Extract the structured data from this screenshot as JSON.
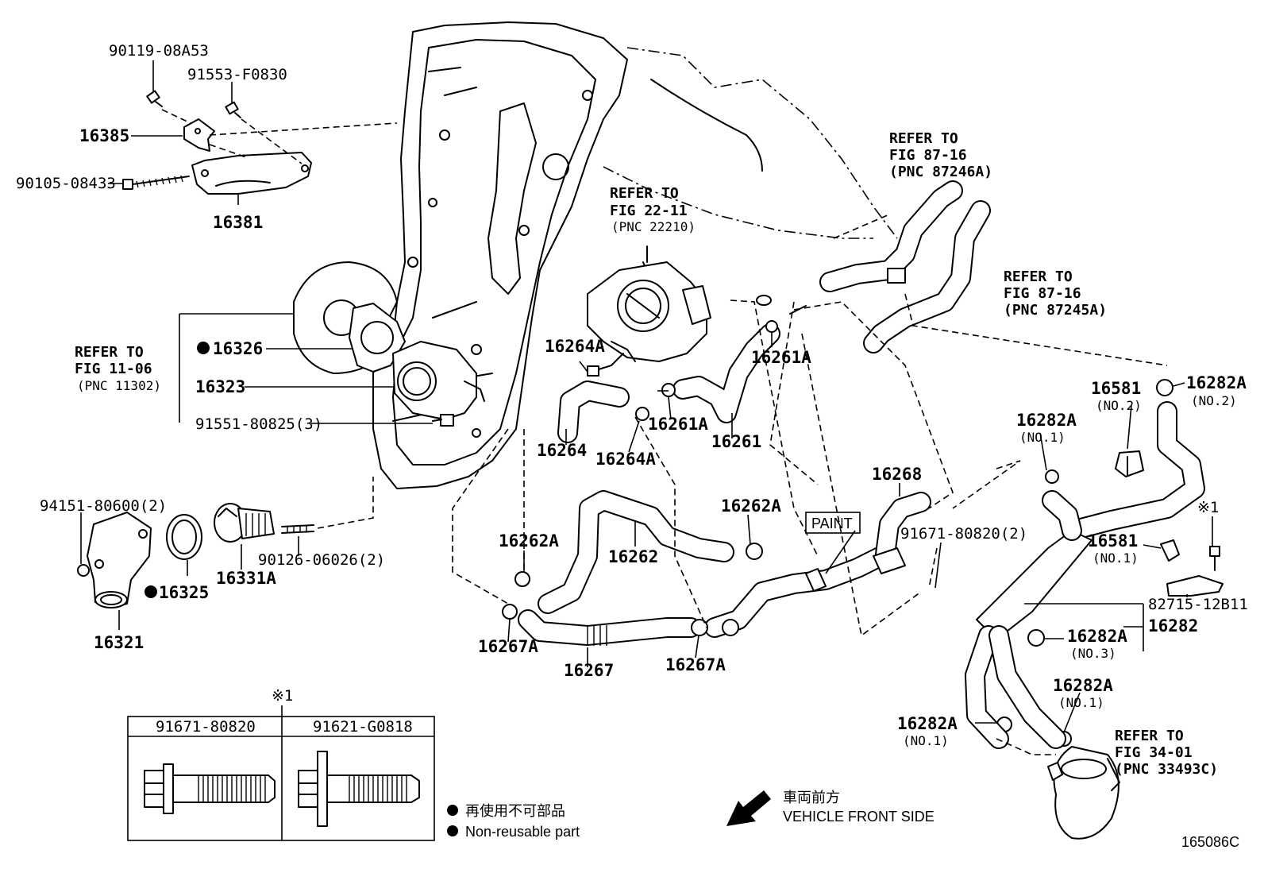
{
  "diagram_code": "165086C",
  "callouts": {
    "p90119": "90119-08A53",
    "p91553": "91553-F0830",
    "p16385": "16385",
    "p90105": "90105-08433",
    "p16381": "16381",
    "p16326": "16326",
    "p16323": "16323",
    "p91551": "91551-80825(3)",
    "p94151": "94151-80600(2)",
    "p16331A": "16331A",
    "p90126": "90126-06026(2)",
    "p16325": "16325",
    "p16321": "16321",
    "p16264A_a": "16264A",
    "p16264": "16264",
    "p16264A_b": "16264A",
    "p16261A_a": "16261A",
    "p16261A_b": "16261A",
    "p16261": "16261",
    "p16262A_a": "16262A",
    "p16262A_b": "16262A",
    "p16262": "16262",
    "p16267A_a": "16267A",
    "p16267": "16267",
    "p16267A_b": "16267A",
    "p16268": "16268",
    "p91671": "91671-80820(2)",
    "paint": "PAINT",
    "p16282A_top": "16282A",
    "p16282A_top_no": "(NO.2)",
    "p16581_top": "16581",
    "p16581_top_no": "(NO.2)",
    "p16282A_mid": "16282A",
    "p16282A_mid_no": "(NO.1)",
    "star1_mark": "※1",
    "p16581_bot": "16581",
    "p16581_bot_no": "(NO.1)",
    "p82715": "82715-12B11",
    "p16282": "16282",
    "p16282A_no3": "16282A",
    "p16282A_no3_no": "(NO.3)",
    "p16282A_right": "16282A",
    "p16282A_right_no": "(NO.1)",
    "p16282A_left": "16282A",
    "p16282A_left_no": "(NO.1)"
  },
  "references": {
    "fig11": {
      "line1": "REFER TO",
      "line2": "FIG 11-06",
      "line3": "(PNC 11302)"
    },
    "fig22": {
      "line1": "REFER TO",
      "line2": "FIG 22-11",
      "line3": "(PNC 22210)"
    },
    "fig87a": {
      "line1": "REFER TO",
      "line2": "FIG 87-16",
      "line3": "(PNC 87246A)"
    },
    "fig87b": {
      "line1": "REFER TO",
      "line2": "FIG 87-16",
      "line3": "(PNC 87245A)"
    },
    "fig34": {
      "line1": "REFER TO",
      "line2": "FIG 34-01",
      "line3": "(PNC 33493C)"
    }
  },
  "bolt_table": {
    "note_mark": "※1",
    "col1": "91671-80820",
    "col2": "91621-G0818"
  },
  "legend": {
    "jp": "再使用不可部品",
    "en": "Non-reusable part"
  },
  "direction": {
    "jp": "車両前方",
    "en": "VEHICLE FRONT SIDE"
  }
}
